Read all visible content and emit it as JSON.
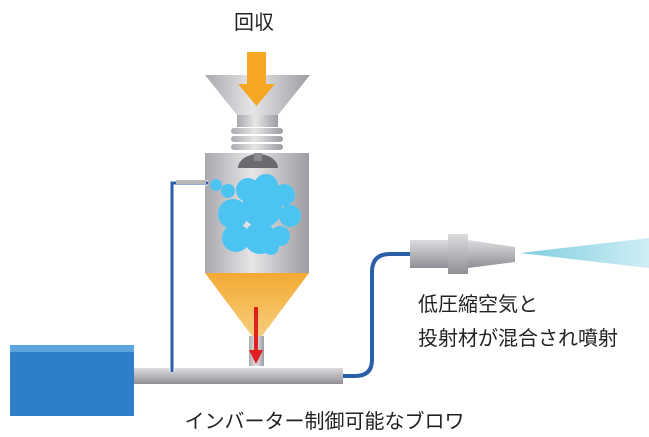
{
  "labels": {
    "collect": "回収",
    "air_line1": "低圧縮空気と",
    "air_line2": "投射材が混合され噴射",
    "blower": "インバーター制御可能なブロワ"
  },
  "colors": {
    "flow_arrow": "#f5a623",
    "hopper_cone": "#f5b340",
    "tank_body": "#c8c8cc",
    "particles": "#4cc4f2",
    "air_pipe": "#2b5ea8",
    "blower_box": "#2e7fc8",
    "spray": "#a8dce8",
    "media_arrow": "#e02020"
  }
}
